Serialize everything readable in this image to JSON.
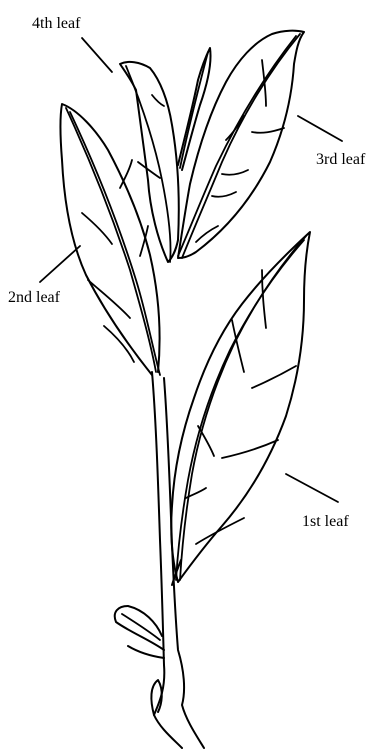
{
  "labels": {
    "leaf4": "4th leaf",
    "leaf3": "3rd leaf",
    "leaf2": "2nd leaf",
    "leaf1": "1st leaf"
  }
}
